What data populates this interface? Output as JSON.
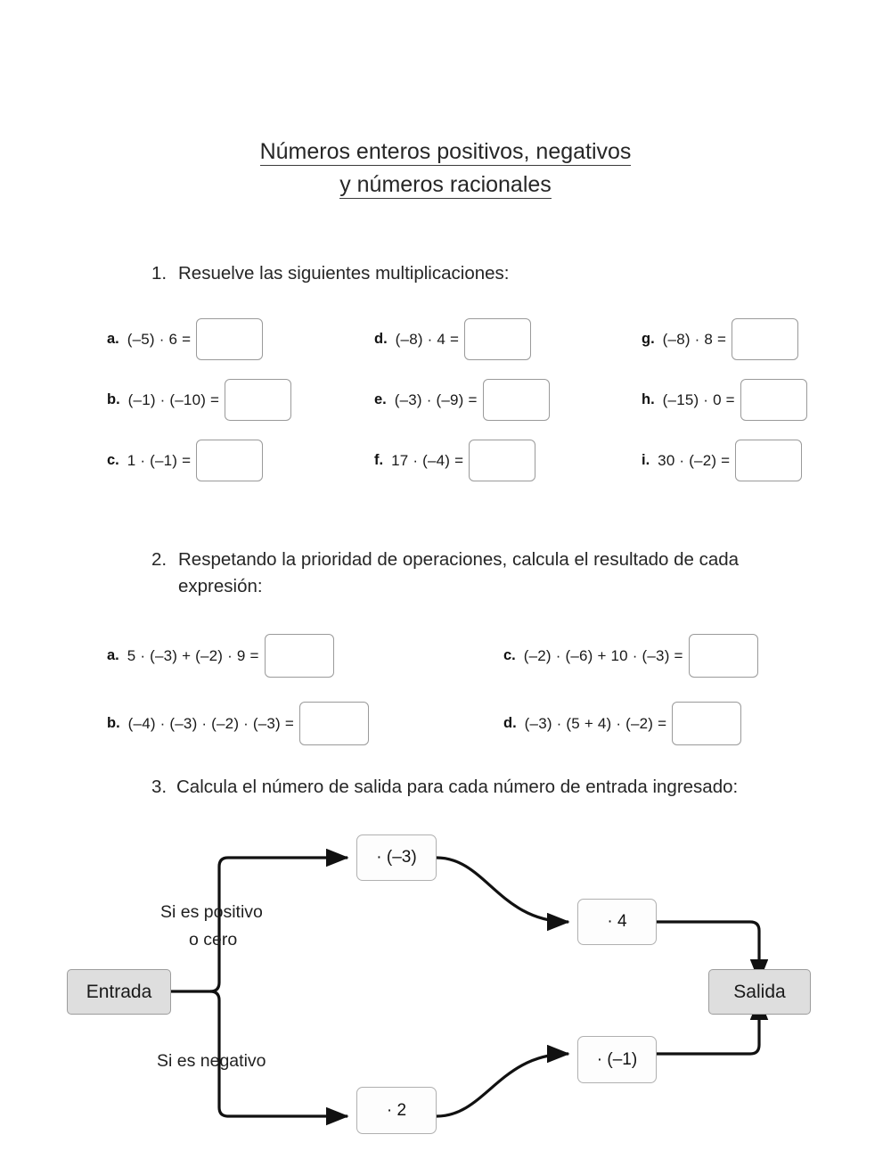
{
  "document": {
    "title_line_1": "Números enteros positivos, negativos",
    "title_line_2": "y números racionales"
  },
  "exercise1": {
    "number": "1.",
    "prompt": "Resuelve las siguientes multiplicaciones:",
    "items": [
      {
        "letter": "a.",
        "expression": "(–5) · 6 =",
        "answer": ""
      },
      {
        "letter": "b.",
        "expression": "(–1) · (–10) =",
        "answer": ""
      },
      {
        "letter": "c.",
        "expression": "1 · (–1) =",
        "answer": ""
      },
      {
        "letter": "d.",
        "expression": "(–8) · 4 =",
        "answer": ""
      },
      {
        "letter": "e.",
        "expression": "(–3) · (–9) =",
        "answer": ""
      },
      {
        "letter": "f.",
        "expression": "17 · (–4) =",
        "answer": ""
      },
      {
        "letter": "g.",
        "expression": "(–8) · 8 =",
        "answer": ""
      },
      {
        "letter": "h.",
        "expression": "(–15) · 0 =",
        "answer": ""
      },
      {
        "letter": "i.",
        "expression": "30 · (–2) =",
        "answer": ""
      }
    ]
  },
  "exercise2": {
    "number": "2.",
    "prompt": "Respetando la prioridad de operaciones, calcula el resultado de cada expresión:",
    "items": [
      {
        "letter": "a.",
        "expression": "5 · (–3) + (–2) · 9 =",
        "answer": ""
      },
      {
        "letter": "b.",
        "expression": "(–4) · (–3) · (–2) · (–3) =",
        "answer": ""
      },
      {
        "letter": "c.",
        "expression": "(–2) · (–6) + 10 · (–3) =",
        "answer": ""
      },
      {
        "letter": "d.",
        "expression": "(–3) · (5 + 4) · (–2) =",
        "answer": ""
      }
    ]
  },
  "exercise3": {
    "number": "3.",
    "prompt": "Calcula el número de salida para cada número de entrada ingresado:",
    "flowchart": {
      "input_node": "Entrada",
      "output_node": "Salida",
      "branch_positive_label_line1": "Si es positivo",
      "branch_positive_label_line2": "o cero",
      "branch_negative_label": "Si es negativo",
      "positive_op_1": "· (–3)",
      "positive_op_2": "· 4",
      "negative_op_1": "· 2",
      "negative_op_2": "· (–1)"
    }
  },
  "colors": {
    "terminal_fill": "#dedede",
    "box_border": "#b0b0b0",
    "connector": "#111111",
    "text": "#1a1a1a"
  }
}
